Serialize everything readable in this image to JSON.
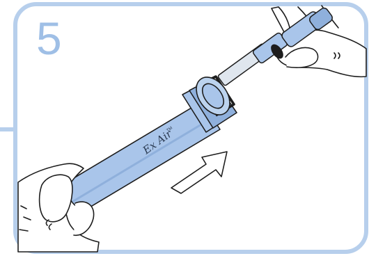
{
  "step": {
    "number": "5"
  },
  "device": {
    "brand_label": "Ex Air",
    "trademark": "TM"
  },
  "colors": {
    "frame": "#b7cfec",
    "device_body": "#a9c5ea",
    "device_shade": "#8fb0dc",
    "outline": "#1d1d1d",
    "step_number": "#9fbfe6"
  },
  "icons": {
    "direction": "arrow-up-right-icon"
  }
}
